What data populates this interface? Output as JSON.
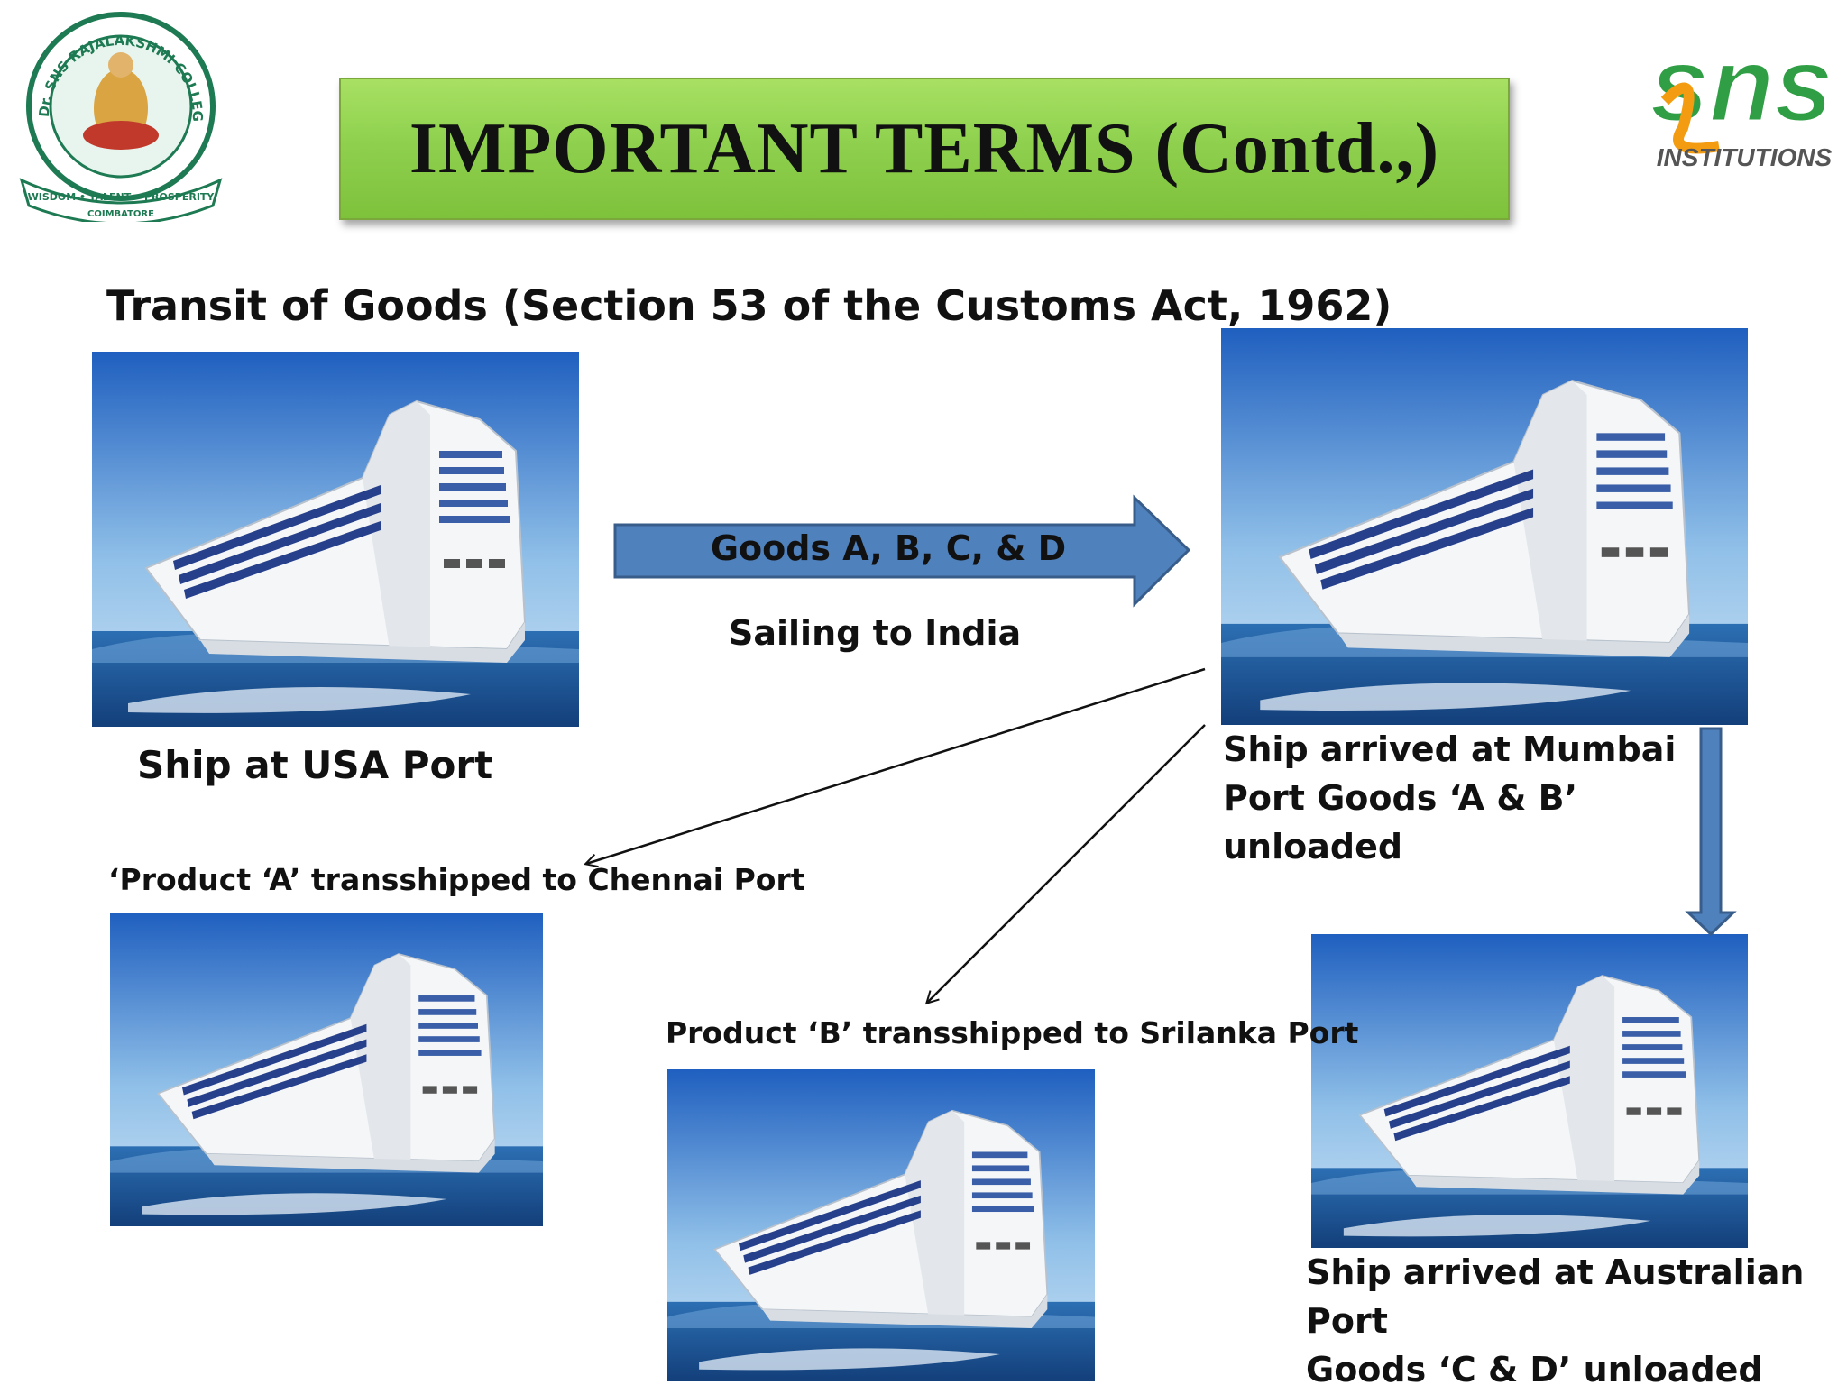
{
  "title": "IMPORTANT TERMS (Contd.,)",
  "subtitle": "Transit of Goods (Section 53 of the Customs Act, 1962)",
  "logos": {
    "left": {
      "icon": "college-seal-logo",
      "text_top": "Dr. SNS RAJALAKSHMI COLLEGE OF ARTS AND SCIENCE",
      "text_motto": "WISDOM • TALENT • PROSPERITY",
      "text_city": "COIMBATORE"
    },
    "right": {
      "icon": "sns-institutions-logo",
      "text_main": "sns",
      "text_sub": "INSTITUTIONS"
    }
  },
  "flow": {
    "arrow_label": "Goods A, B, C, & D",
    "sailing_label": "Sailing to India"
  },
  "nodes": {
    "usa": {
      "label": "Ship at USA Port"
    },
    "mumbai": {
      "line1": "Ship arrived at Mumbai",
      "line2": "Port Goods ‘A & B’",
      "line3": "unloaded"
    },
    "chennai": {
      "label": "‘Product ‘A’ transshipped to Chennai Port"
    },
    "srilanka": {
      "label": "Product ‘B’ transshipped to Srilanka Port"
    },
    "australia": {
      "line1": "Ship arrived at Australian Port",
      "line2": "Goods ‘C & D’ unloaded"
    }
  },
  "colors": {
    "banner": "#8fd14f",
    "arrow_fill": "#4f81bd",
    "arrow_stroke": "#385d8a"
  }
}
